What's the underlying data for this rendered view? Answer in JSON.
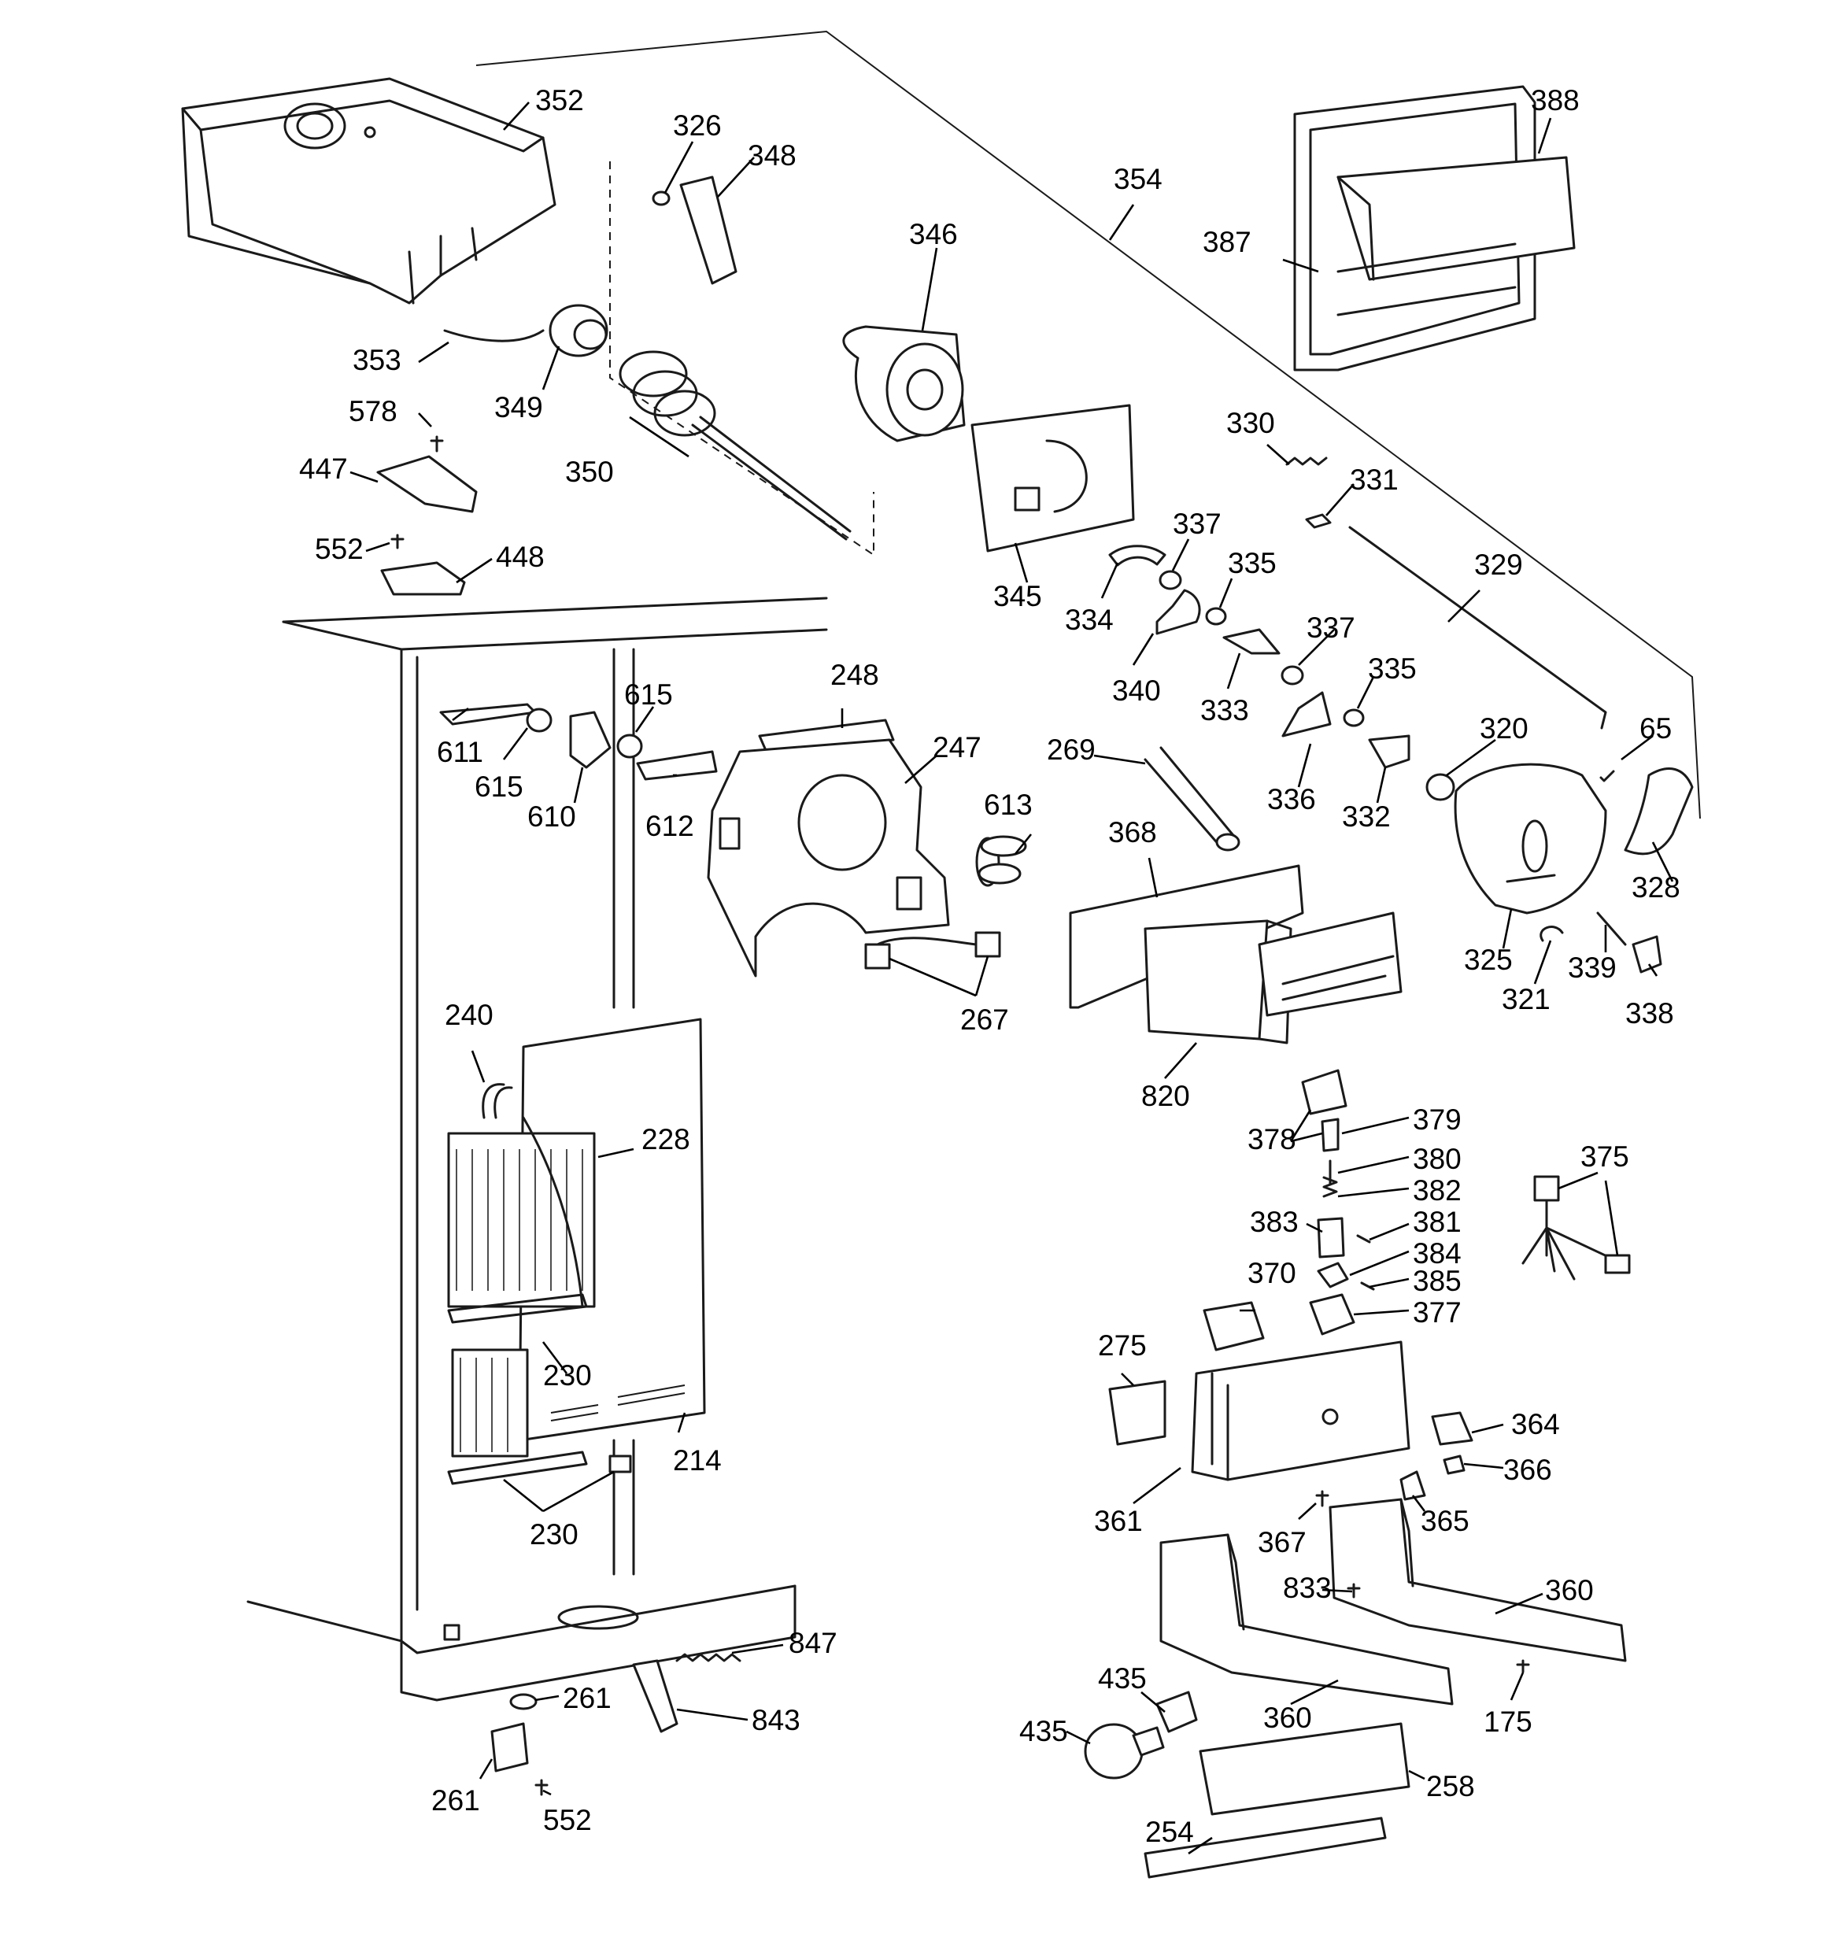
{
  "callouts": [
    {
      "id": "c352",
      "text": "352"
    },
    {
      "id": "c326",
      "text": "326"
    },
    {
      "id": "c348",
      "text": "348"
    },
    {
      "id": "c388",
      "text": "388"
    },
    {
      "id": "c354",
      "text": "354"
    },
    {
      "id": "c346",
      "text": "346"
    },
    {
      "id": "c387",
      "text": "387"
    },
    {
      "id": "c353",
      "text": "353"
    },
    {
      "id": "c349",
      "text": "349"
    },
    {
      "id": "c578",
      "text": "578"
    },
    {
      "id": "c350",
      "text": "350"
    },
    {
      "id": "c330",
      "text": "330"
    },
    {
      "id": "c447",
      "text": "447"
    },
    {
      "id": "c331",
      "text": "331"
    },
    {
      "id": "c337a",
      "text": "337"
    },
    {
      "id": "c552a",
      "text": "552"
    },
    {
      "id": "c448",
      "text": "448"
    },
    {
      "id": "c335a",
      "text": "335"
    },
    {
      "id": "c329",
      "text": "329"
    },
    {
      "id": "c345",
      "text": "345"
    },
    {
      "id": "c334",
      "text": "334"
    },
    {
      "id": "c337b",
      "text": "337"
    },
    {
      "id": "c248",
      "text": "248"
    },
    {
      "id": "c340",
      "text": "340"
    },
    {
      "id": "c333",
      "text": "333"
    },
    {
      "id": "c335b",
      "text": "335"
    },
    {
      "id": "c615a",
      "text": "615"
    },
    {
      "id": "c320",
      "text": "320"
    },
    {
      "id": "c65",
      "text": "65"
    },
    {
      "id": "c611",
      "text": "611"
    },
    {
      "id": "c247",
      "text": "247"
    },
    {
      "id": "c269",
      "text": "269"
    },
    {
      "id": "c615b",
      "text": "615"
    },
    {
      "id": "c612",
      "text": "612"
    },
    {
      "id": "c336",
      "text": "336"
    },
    {
      "id": "c332",
      "text": "332"
    },
    {
      "id": "c610",
      "text": "610"
    },
    {
      "id": "c613",
      "text": "613"
    },
    {
      "id": "c368",
      "text": "368"
    },
    {
      "id": "c328",
      "text": "328"
    },
    {
      "id": "c325",
      "text": "325"
    },
    {
      "id": "c339",
      "text": "339"
    },
    {
      "id": "c321",
      "text": "321"
    },
    {
      "id": "c338",
      "text": "338"
    },
    {
      "id": "c267",
      "text": "267"
    },
    {
      "id": "c240",
      "text": "240"
    },
    {
      "id": "c820",
      "text": "820"
    },
    {
      "id": "c228",
      "text": "228"
    },
    {
      "id": "c379",
      "text": "379"
    },
    {
      "id": "c378",
      "text": "378"
    },
    {
      "id": "c380",
      "text": "380"
    },
    {
      "id": "c375",
      "text": "375"
    },
    {
      "id": "c382",
      "text": "382"
    },
    {
      "id": "c383",
      "text": "383"
    },
    {
      "id": "c381",
      "text": "381"
    },
    {
      "id": "c384",
      "text": "384"
    },
    {
      "id": "c370",
      "text": "370"
    },
    {
      "id": "c385",
      "text": "385"
    },
    {
      "id": "c377",
      "text": "377"
    },
    {
      "id": "c275",
      "text": "275"
    },
    {
      "id": "c230a",
      "text": "230"
    },
    {
      "id": "c364",
      "text": "364"
    },
    {
      "id": "c214",
      "text": "214"
    },
    {
      "id": "c366",
      "text": "366"
    },
    {
      "id": "c361",
      "text": "361"
    },
    {
      "id": "c365",
      "text": "365"
    },
    {
      "id": "c230b",
      "text": "230"
    },
    {
      "id": "c367",
      "text": "367"
    },
    {
      "id": "c360a",
      "text": "360"
    },
    {
      "id": "c833",
      "text": "833"
    },
    {
      "id": "c847",
      "text": "847"
    },
    {
      "id": "c261a",
      "text": "261"
    },
    {
      "id": "c435a",
      "text": "435"
    },
    {
      "id": "c843",
      "text": "843"
    },
    {
      "id": "c360b",
      "text": "360"
    },
    {
      "id": "c435b",
      "text": "435"
    },
    {
      "id": "c175",
      "text": "175"
    },
    {
      "id": "c258",
      "text": "258"
    },
    {
      "id": "c261b",
      "text": "261"
    },
    {
      "id": "c552b",
      "text": "552"
    },
    {
      "id": "c254",
      "text": "254"
    }
  ]
}
